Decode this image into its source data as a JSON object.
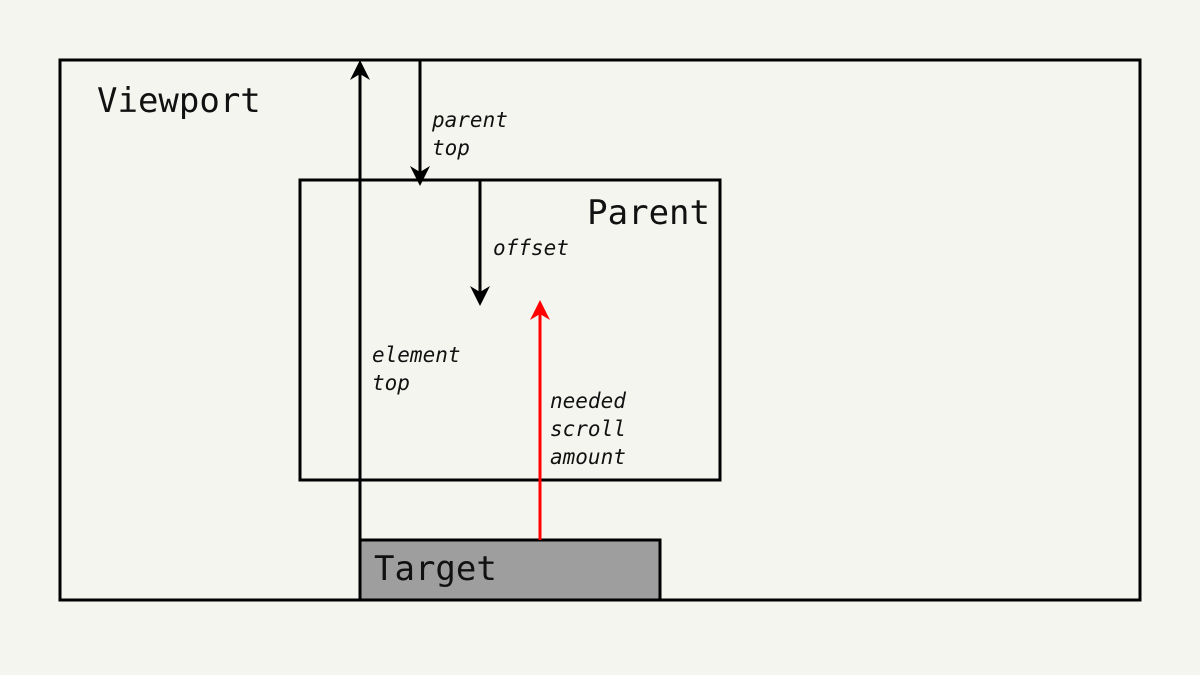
{
  "boxes": {
    "viewport": "Viewport",
    "parent": "Parent",
    "target": "Target"
  },
  "arrows": {
    "parent_top": [
      "parent",
      "top"
    ],
    "offset": [
      "offset"
    ],
    "element_top": [
      "element",
      "top"
    ],
    "needed_scroll": [
      "needed",
      "scroll",
      "amount"
    ]
  },
  "colors": {
    "background": "#f5f5f0",
    "stroke": "#000000",
    "target_fill": "#9e9e9e",
    "highlight_arrow": "#ff0000"
  }
}
